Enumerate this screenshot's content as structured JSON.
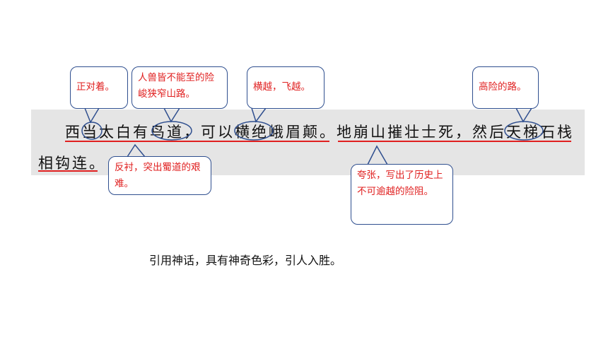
{
  "passage": {
    "line1": "西当太白有鸟道，可以横绝峨眉颠。地崩山摧壮士死，然后天梯石栈",
    "line2": "相钩连。"
  },
  "callouts": {
    "dang": "正对着。",
    "niaodao": "人兽皆不能至的险峻狭窄山路。",
    "hengjue": "横越，飞越。",
    "tiandi": "高险的路。",
    "fanchen": "反衬，突出蜀道的艰难。",
    "kuazhang": "夸张，写出了历史上不可逾越的险阻。"
  },
  "note": "引用神话，具有神奇色彩，引人入胜。",
  "colors": {
    "red": "#e02020",
    "border": "#2f4f8f",
    "band": "#e5e5e5"
  }
}
